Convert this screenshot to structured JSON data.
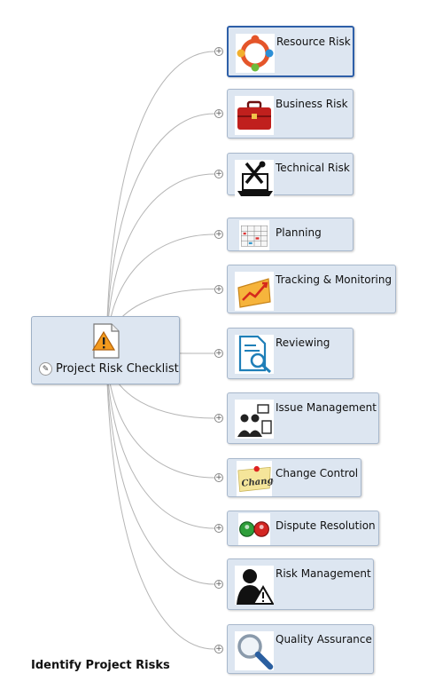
{
  "central": {
    "title": "Project Risk Checklist"
  },
  "topics": [
    {
      "label": "Resource Risk",
      "icon": "people-circle-icon",
      "selected": true
    },
    {
      "label": "Business Risk",
      "icon": "briefcase-icon"
    },
    {
      "label": "Technical Risk",
      "icon": "laptop-tools-icon"
    },
    {
      "label": "Planning",
      "icon": "calendar-icon"
    },
    {
      "label": "Tracking & Monitoring",
      "icon": "chart-graph-icon"
    },
    {
      "label": "Reviewing",
      "icon": "document-search-icon"
    },
    {
      "label": "Issue Management",
      "icon": "meeting-icon"
    },
    {
      "label": "Change Control",
      "icon": "change-note-icon"
    },
    {
      "label": "Dispute Resolution",
      "icon": "red-green-buttons-icon"
    },
    {
      "label": "Risk Management",
      "icon": "person-warning-icon"
    },
    {
      "label": "Quality Assurance",
      "icon": "magnifier-icon"
    }
  ],
  "caption": "Identify Project Risks",
  "colors": {
    "topic_fill": "#dde6f1",
    "selected_border": "#2e5fa8",
    "connector": "#b5b5b5"
  }
}
